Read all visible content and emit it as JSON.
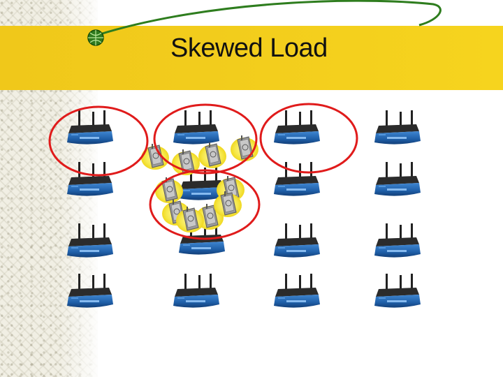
{
  "slide": {
    "title": "Skewed Load",
    "colors": {
      "title_band": "#f2cc1c",
      "swoosh": "#2e7d1e",
      "highlight_circle": "#e01b1b",
      "router_body": "#1f5fa8",
      "router_top": "#222222",
      "client_glow": "#f6e84a",
      "client_device": "#8c8c8c"
    },
    "icons": {
      "router": "wireless-router-icon",
      "client": "laptop-client-icon",
      "bullet": "globe-bullet-icon"
    },
    "router_grid": {
      "rows": 4,
      "cols": 4
    },
    "highlight_circle_count": 4,
    "client_count": 10
  }
}
